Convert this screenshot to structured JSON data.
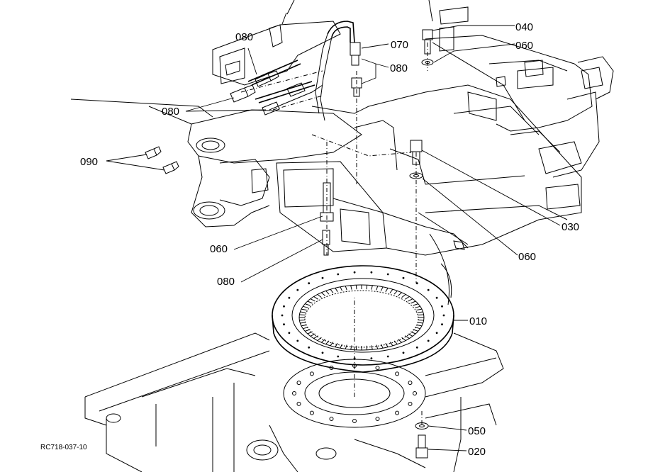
{
  "diagram": {
    "reference_code": "RC718-037-10",
    "labels": {
      "p010": "010",
      "p020": "020",
      "p030": "030",
      "p040": "040",
      "p050": "050",
      "p060_top": "060",
      "p060_right": "060",
      "p060_left": "060",
      "p070": "070",
      "p080_top_left": "080",
      "p080_top_right": "080",
      "p080_mid_left": "080",
      "p080_lower_left": "080",
      "p090": "090"
    }
  }
}
